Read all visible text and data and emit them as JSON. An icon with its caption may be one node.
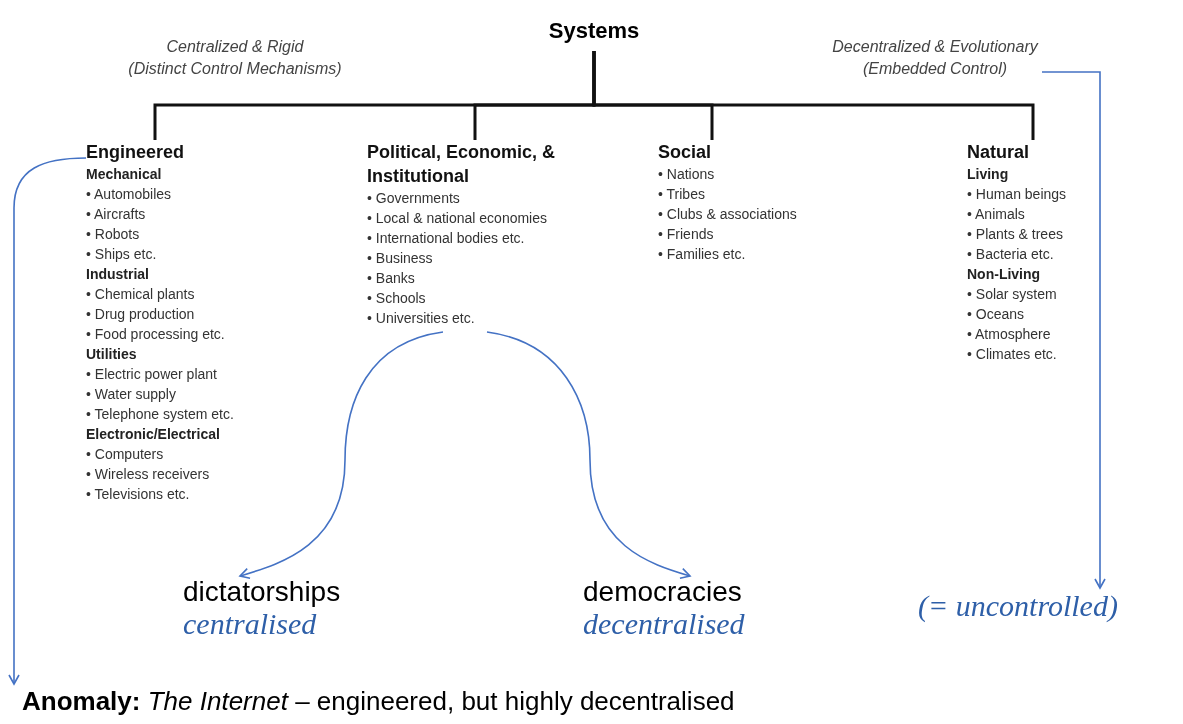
{
  "diagram": {
    "nodes": [
      {
        "text": [
          "Systems"
        ]
      },
      {
        "text": [
          "Decentralized & Evolutionary",
          "(Embedded Control)"
        ]
      },
      {
        "text": [
          "Engineered"
        ]
      },
      {
        "text": [
          "Mechanical",
          "• Automobiles",
          "• Aircrafts",
          "• Robots",
          "• Ships etc."
        ],
        "in": 2
      },
      {
        "text": [
          "Industrial",
          "• Chemical plants",
          "• Drug production",
          "• Food processing etc."
        ],
        "in": 2
      },
      {
        "text": [
          "Utilities",
          "• Electric power plant",
          "• Water supply",
          "• Telephone system etc."
        ],
        "in": 2
      },
      {
        "text": [
          "Electronic/Electrical",
          "• Computers",
          "• Wireless receivers",
          "• Televisions etc."
        ],
        "in": 2
      },
      {
        "text": [
          "Political, Economic, & Institutional",
          "• Governments",
          "• Local & national economies",
          "• International bodies etc.",
          "• Business",
          "• Banks",
          "• Schools",
          "• Universities etc."
        ]
      },
      {
        "text": [
          "Social",
          "• Nations",
          "• Tribes",
          "• Clubs & associations",
          "• Friends",
          "• Families etc."
        ]
      },
      {
        "text": [
          "Natural"
        ]
      },
      {
        "text": [
          "Living",
          "• Human beings",
          "• Animals",
          "• Plants & trees",
          "• Bacteria etc."
        ],
        "in": 9
      },
      {
        "text": [
          "Non-Living",
          "• Solar system",
          "• Oceans",
          "• Atmosphere",
          "• Climates etc."
        ],
        "in": 9
      },
      {
        "text": [
          "dictatorships",
          "centralised"
        ]
      },
      {
        "text": [
          "democracies",
          "decentralised"
        ]
      },
      {
        "text": [
          "(= uncontrolled)"
        ]
      },
      {
        "text": [
          "**Anomaly:** *The Internet* – engineered, but highly decentralised"
        ]
      }
    ],
    "edges": [
      {
        "from": 0,
        "to": 2,
        "arrow": "none"
      },
      {
        "from": 0,
        "to": 7,
        "arrow": "none"
      },
      {
        "from": 0,
        "to": 8,
        "arrow": "none"
      },
      {
        "from": 0,
        "to": 9,
        "arrow": "none"
      },
      {
        "from": 7,
        "to": 12,
        "arrow": "to",
        "color": "#4472c4"
      },
      {
        "from": 7,
        "to": 13,
        "arrow": "to",
        "color": "#4472c4"
      },
      {
        "from": 2,
        "to": 15,
        "arrow": "to",
        "color": "#4472c4"
      },
      {
        "from": 1,
        "to": 14,
        "arrow": "to",
        "color": "#4472c4"
      }
    ],
    "labels": [
      "Centralized & Rigid",
      "(Distinct Control Mechanisms)"
    ]
  }
}
